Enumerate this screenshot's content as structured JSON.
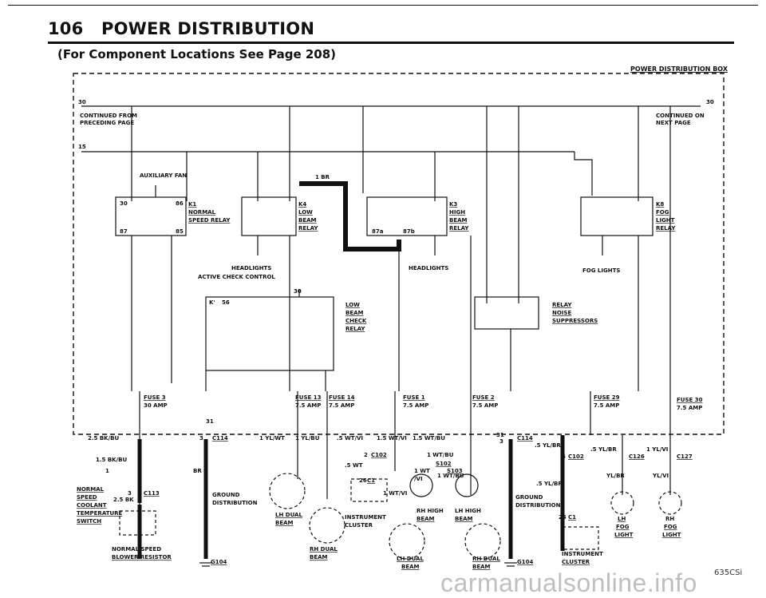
{
  "header": {
    "page_number": "106",
    "title": "POWER DISTRIBUTION",
    "subtitle": "(For Component Locations See Page 208)",
    "box_label": "POWER DISTRIBUTION BOX"
  },
  "wires": {
    "w30": "30",
    "w15": "15",
    "w31": "31",
    "continued_from": [
      "CONTINUED FROM",
      "PRECEDING PAGE"
    ],
    "continued_on": [
      "CONTINUED ON",
      "NEXT PAGE"
    ],
    "w1br": "1 BR",
    "aux_fan": "AUXILIARY FAN",
    "headlights": "HEADLIGHTS",
    "active_check": "ACTIVE CHECK CONTROL",
    "fog_lights": "FOG LIGHTS"
  },
  "relays": {
    "k1": [
      "K1",
      "NORMAL",
      "SPEED RELAY"
    ],
    "k4": [
      "K4",
      "LOW",
      "BEAM",
      "RELAY"
    ],
    "k3": [
      "K3",
      "HIGH",
      "BEAM",
      "RELAY"
    ],
    "k8": [
      "K8",
      "FOG",
      "LIGHT",
      "RELAY"
    ],
    "lbc": [
      "LOW",
      "BEAM",
      "CHECK",
      "RELAY"
    ],
    "sup": [
      "RELAY",
      "NOISE",
      "SUPPRESSORS"
    ]
  },
  "pins": [
    "30",
    "86",
    "87",
    "85",
    "87a",
    "87b",
    "56",
    "K'"
  ],
  "fuses": [
    {
      "name": "FUSE 3",
      "amp": "30 AMP"
    },
    {
      "name": "FUSE 13",
      "amp": "7.5 AMP"
    },
    {
      "name": "FUSE 14",
      "amp": "7.5 AMP"
    },
    {
      "name": "FUSE 1",
      "amp": "7.5 AMP"
    },
    {
      "name": "FUSE 2",
      "amp": "7.5 AMP"
    },
    {
      "name": "FUSE 29",
      "amp": "7.5 AMP"
    },
    {
      "name": "FUSE 30",
      "amp": "7.5 AMP"
    }
  ],
  "wire_colors": {
    "bk_bu_25": "2.5 BK/BU",
    "bk_bu_15": "1.5 BK/BU",
    "bk_25": "2.5 BK",
    "br": "BR",
    "yl_wt": "1 YL/WT",
    "yl_bu": "1 YL/BU",
    "wt_vi_5": ".5 WT/VI",
    "wt_5": ".5 WT",
    "wt_vi_15": "1.5 WT/VI",
    "wt_bu_15": "1.5 WT/BU",
    "wt_bu_1": "1 WT/BU",
    "wt_1": "1 WT",
    "vi_1": "/VI",
    "wt_vi_1": "1 WT/VI",
    "yl_br_5": ".5 YL/BR",
    "yl_br": "YL/BR",
    "yl_vi_1": "1 YL/VI",
    "yl_vi": "YL/VI"
  },
  "connectors": [
    "C114",
    "C113",
    "C102",
    "C1",
    "S102",
    "S103",
    "C126",
    "C127",
    "G104",
    "26",
    "25",
    "2",
    "3",
    "4",
    "1"
  ],
  "components": {
    "switch": [
      "NORMAL",
      "SPEED",
      "COOLANT",
      "TEMPERATURE",
      "SWITCH"
    ],
    "resistor": [
      "NORMAL SPEED",
      "BLOWER RESISTOR"
    ],
    "ground_dist": [
      "GROUND",
      "DISTRIBUTION"
    ],
    "lh_dual": [
      "LH DUAL",
      "BEAM"
    ],
    "rh_dual": [
      "RH DUAL",
      "BEAM"
    ],
    "instrument": [
      "INSTRUMENT",
      "CLUSTER"
    ],
    "rh_high": [
      "RH HIGH",
      "BEAM"
    ],
    "lh_high": [
      "LH HIGH",
      "BEAM"
    ],
    "lh_fog": [
      "LH",
      "FOG",
      "LIGHT"
    ],
    "rh_fog": [
      "RH",
      "FOG",
      "LIGHT"
    ]
  },
  "footer": {
    "watermark": "carmanualsonline.info",
    "page_code": "635CSi"
  }
}
